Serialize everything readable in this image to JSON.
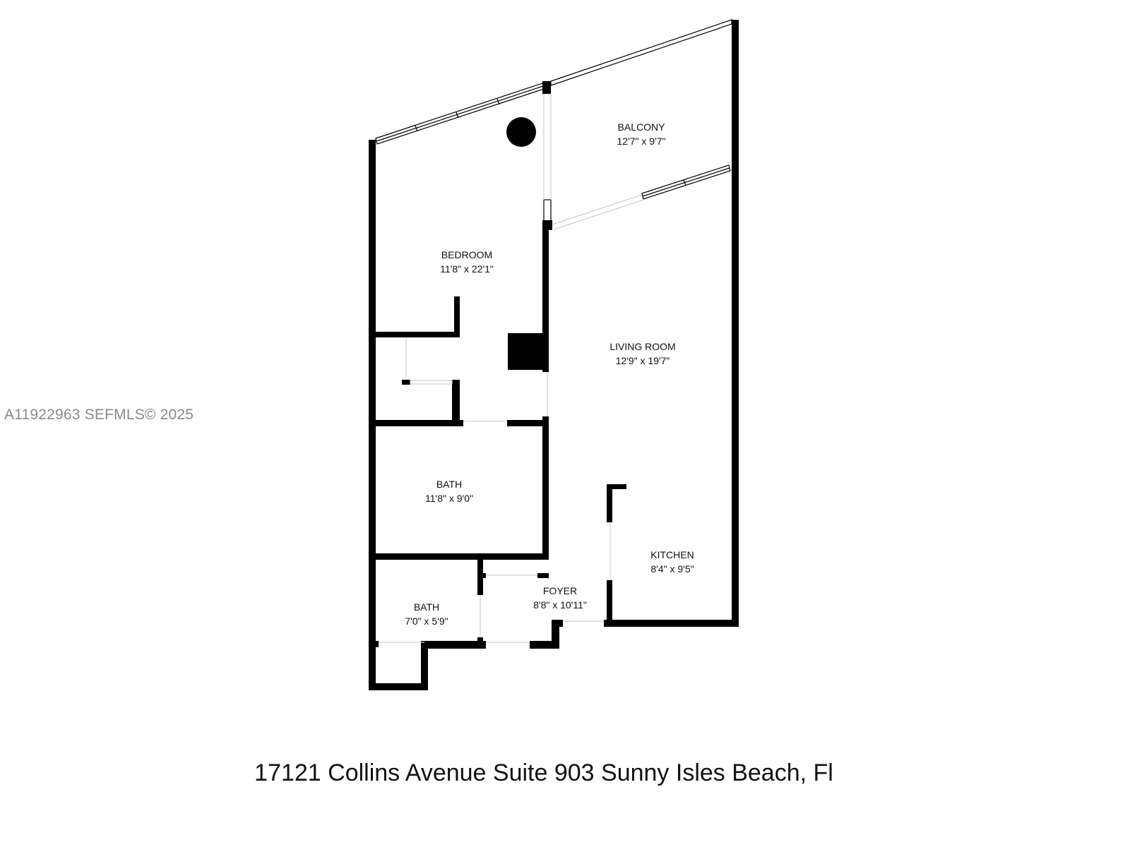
{
  "watermark": "A11922963  SEFMLS© 2025",
  "caption": "17121 Collins Avenue Suite 903 Sunny Isles Beach, Fl",
  "rooms": {
    "balcony": {
      "name": "BALCONY",
      "dims": "12'7\" x 9'7\""
    },
    "bedroom": {
      "name": "BEDROOM",
      "dims": "11'8\" x 22'1\""
    },
    "living_room": {
      "name": "LIVING ROOM",
      "dims": "12'9\" x 19'7\""
    },
    "bath_main": {
      "name": "BATH",
      "dims": "11'8\" x 9'0\""
    },
    "kitchen": {
      "name": "KITCHEN",
      "dims": "8'4\" x 9'5\""
    },
    "foyer": {
      "name": "FOYER",
      "dims": "8'8\" x 10'11\""
    },
    "bath_small": {
      "name": "BATH",
      "dims": "7'0\" x 5'9\""
    }
  },
  "colors": {
    "wall": "#000000",
    "background": "#ffffff",
    "watermark": "#8a8a8a",
    "opening": "#cfcfcf"
  }
}
